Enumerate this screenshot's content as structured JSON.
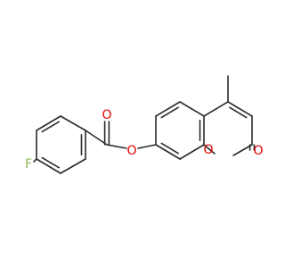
{
  "molecule": {
    "atoms": {
      "fluorine": "F",
      "ester_oxygen": "O",
      "carbonyl_oxygen_benzoate": "O",
      "ring_oxygen": "O",
      "lactone_carbonyl_oxygen": "O"
    }
  },
  "colors": {
    "bond": "#2b2b2b",
    "oxygen": "#e00000",
    "fluorine": "#8db84a",
    "background": "#ffffff"
  }
}
